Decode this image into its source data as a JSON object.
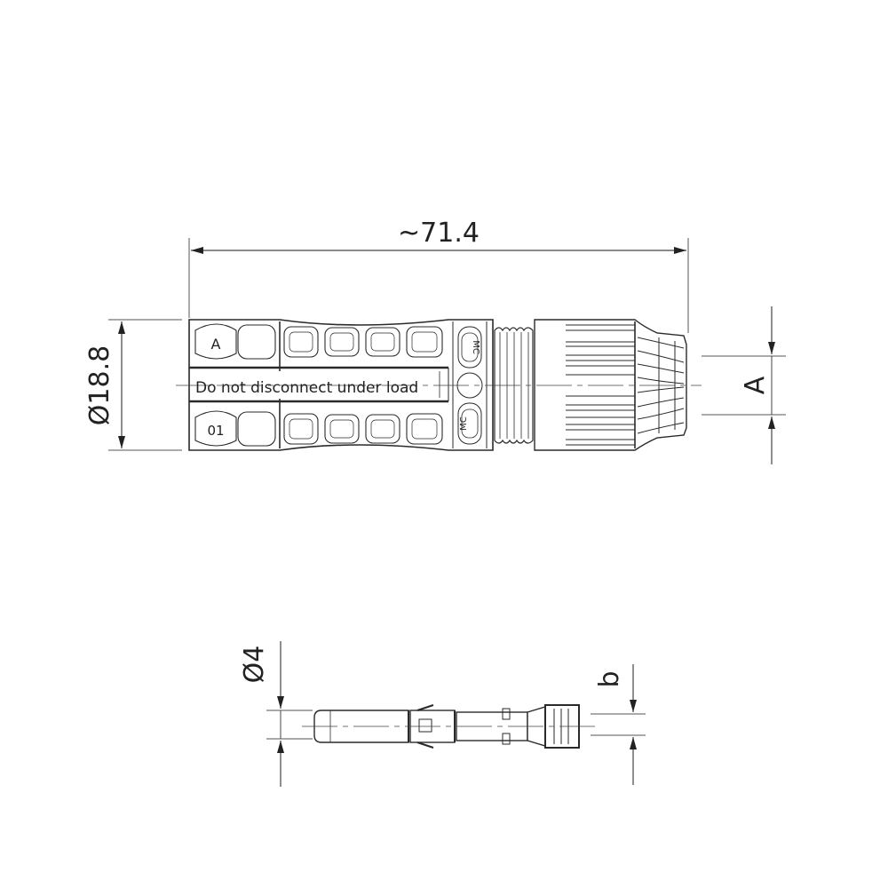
{
  "drawing": {
    "connector": {
      "length_dimension": "~71.4",
      "diameter_dimension": "Ø18.8",
      "cable_dimension_label": "A",
      "warning_text": "Do not disconnect under load",
      "mark_top": "A",
      "mark_bottom": "01",
      "logo_top": "MC",
      "logo_bottom": "MC"
    },
    "contact": {
      "diameter_dimension": "Ø4",
      "crimp_dimension_label": "b"
    }
  },
  "colors": {
    "line": "#2a2a2a",
    "dimension": "#333333",
    "background": "#ffffff"
  }
}
